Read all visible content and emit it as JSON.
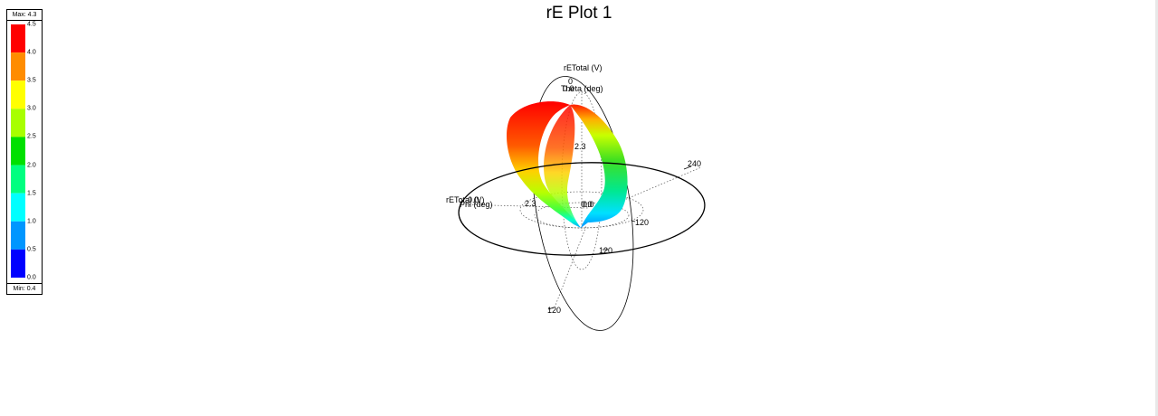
{
  "chart_data": {
    "type": "3d-polar-surface",
    "title": "rE Plot 1",
    "quantity": "rETotal (V)",
    "legend": {
      "max_label": "Max: 4.3",
      "min_label": "Min: 0.4",
      "ticks": [
        "4.5",
        "4.0",
        "3.5",
        "3.0",
        "2.5",
        "2.0",
        "1.5",
        "1.0",
        "0.5",
        "0.0"
      ],
      "colors": [
        "#ff0000",
        "#ff8c00",
        "#ffff00",
        "#a8ff00",
        "#00e000",
        "#00ff80",
        "#00ffff",
        "#0096ff",
        "#0000ff"
      ]
    },
    "axes": {
      "vertical_label": "rETotal (V)",
      "vertical_zero": "0",
      "theta_label": "Theta (deg)",
      "theta_overlap_label": "0.0",
      "phi_label": "Phi (deg)",
      "horizontal_label": "rETotal (V)",
      "horizontal_overlap_label": "0.0",
      "radial_tick_vertical": "2.3",
      "radial_tick_horizontal": "2.3",
      "center_labels": [
        "0.0",
        "0.0"
      ],
      "phi_ticks": [
        "240",
        "120",
        "120"
      ],
      "theta_tick_bottom": "120"
    }
  }
}
